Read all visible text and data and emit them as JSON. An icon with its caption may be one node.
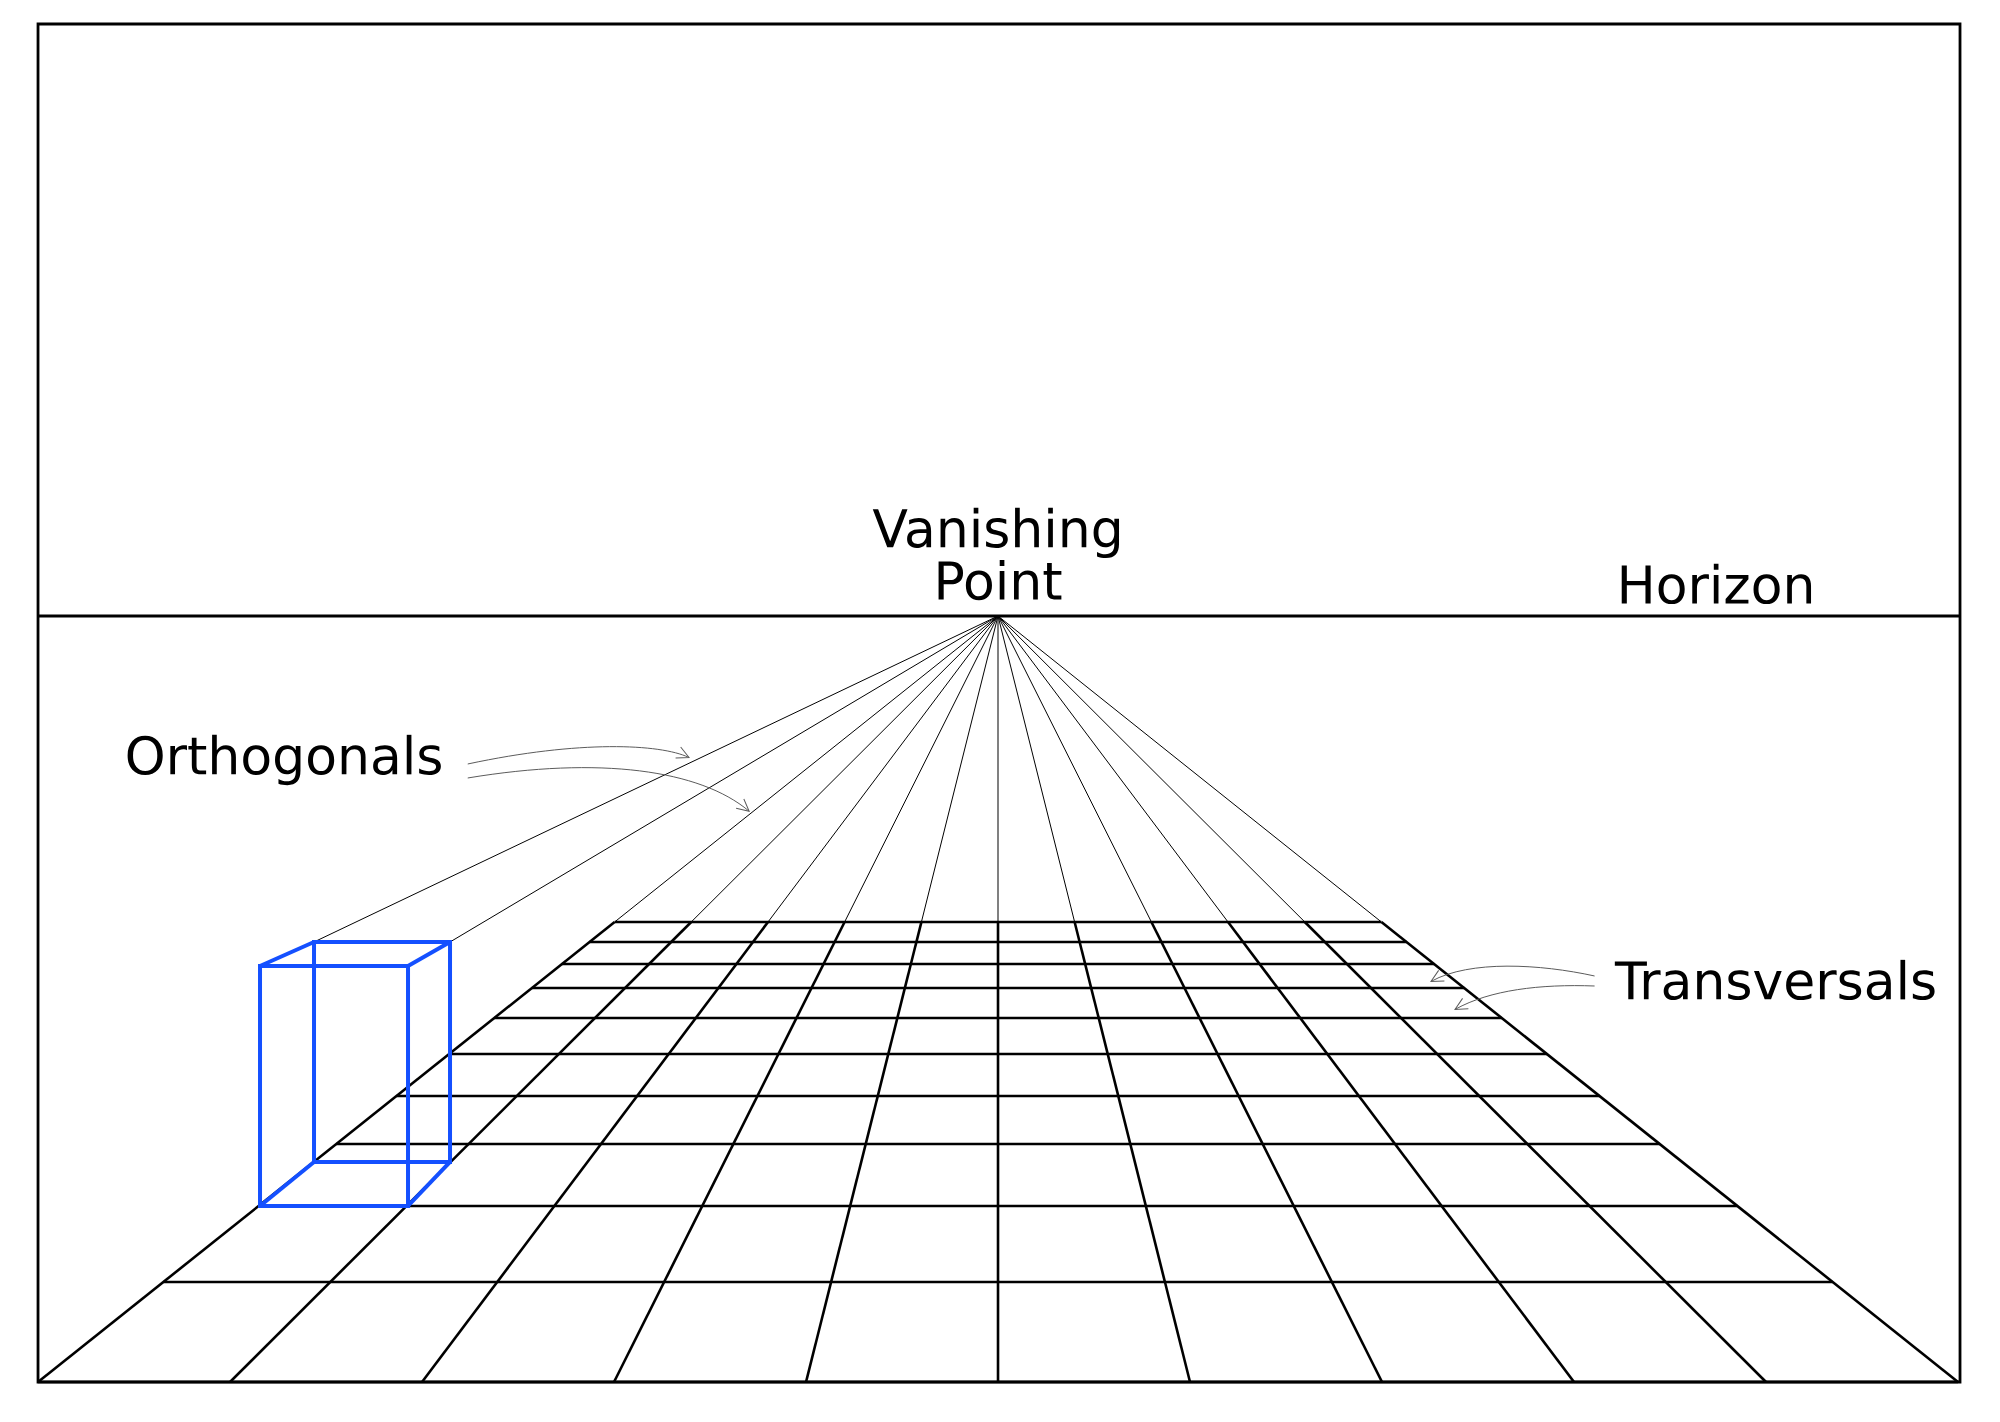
{
  "diagram": {
    "nodes": [
      {
        "text": [
          "Orthogonals"
        ]
      },
      {
        "text": [
          "Transversals"
        ]
      }
    ],
    "edges": [
      {
        "from": 0,
        "to": null,
        "arrow": "to"
      },
      {
        "from": 0,
        "to": null,
        "arrow": "to"
      },
      {
        "from": 1,
        "to": null,
        "arrow": "to"
      },
      {
        "from": 1,
        "to": null,
        "arrow": "to"
      }
    ],
    "labels": [
      "Vanishing Point",
      "Horizon"
    ]
  }
}
